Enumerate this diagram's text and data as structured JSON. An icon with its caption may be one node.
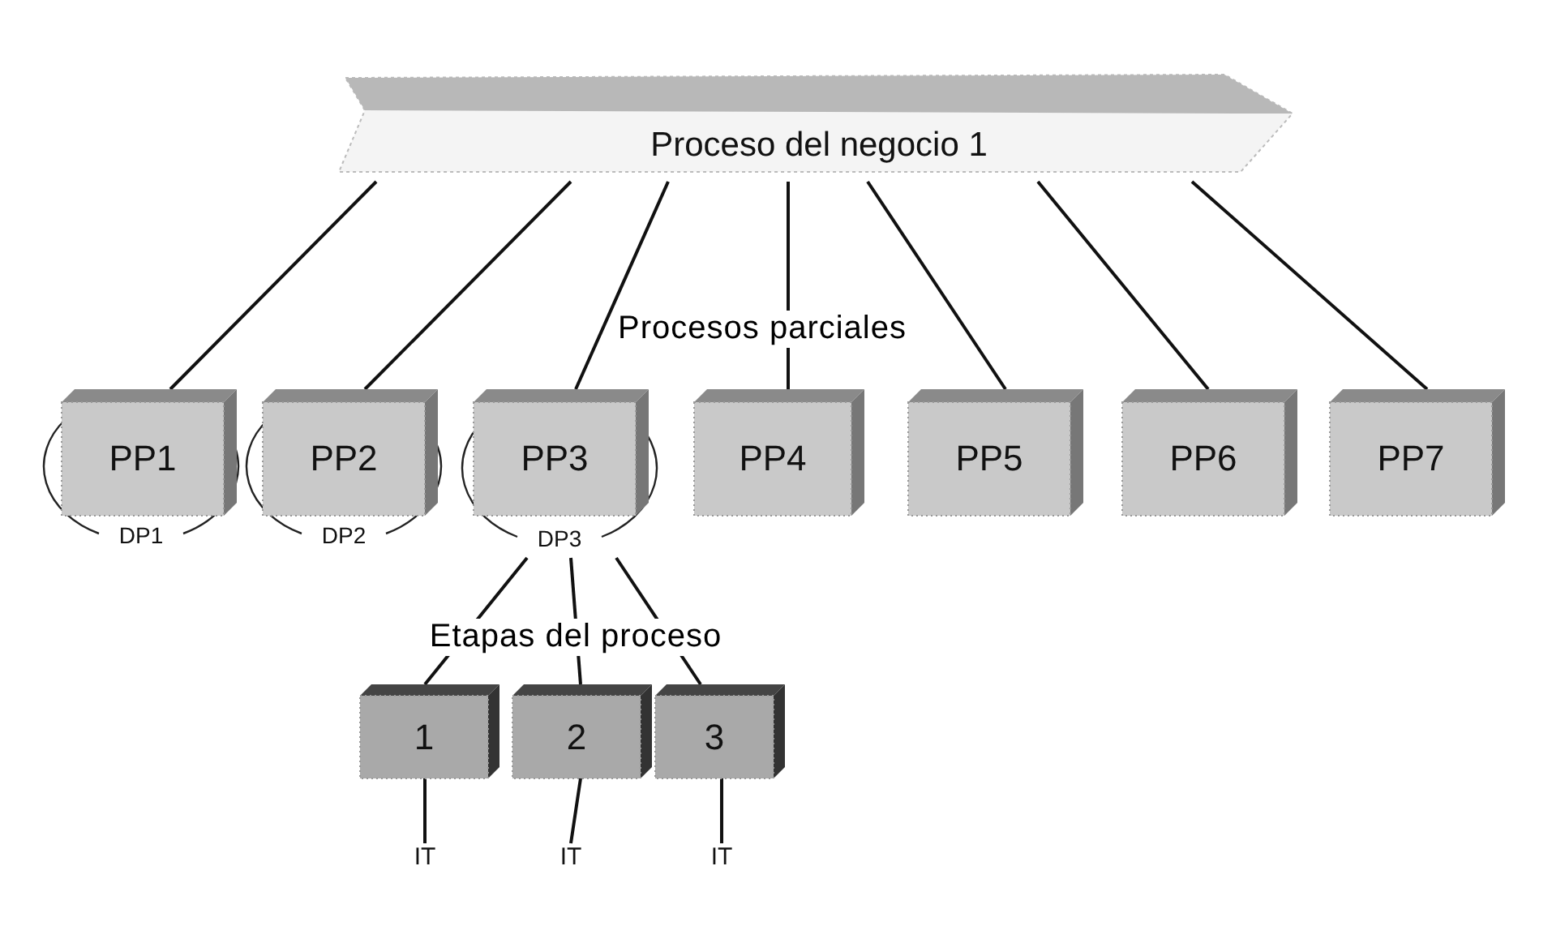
{
  "diagram": {
    "nodes": [
      {
        "text": [
          "Proceso del negocio 1"
        ]
      },
      {
        "text": [
          "DP1"
        ]
      },
      {
        "text": [
          "PP1"
        ]
      },
      {
        "text": [
          "DP2"
        ]
      },
      {
        "text": [
          "PP2"
        ]
      },
      {
        "text": [
          "DP3"
        ]
      },
      {
        "text": [
          "PP3"
        ]
      },
      {
        "text": [
          "PP4"
        ]
      },
      {
        "text": [
          "PP5"
        ]
      },
      {
        "text": [
          "PP6"
        ]
      },
      {
        "text": [
          "PP7"
        ]
      },
      {
        "text": [
          "1"
        ]
      },
      {
        "text": [
          "2"
        ]
      },
      {
        "text": [
          "3"
        ]
      },
      {
        "text": [
          "IT"
        ]
      },
      {
        "text": [
          "IT"
        ]
      },
      {
        "text": [
          "IT"
        ]
      }
    ],
    "edges": [
      {
        "from": 0,
        "to": 2,
        "arrow": "none"
      },
      {
        "from": 0,
        "to": 4,
        "arrow": "none"
      },
      {
        "from": 0,
        "to": 6,
        "arrow": "none"
      },
      {
        "from": 0,
        "to": 7,
        "arrow": "none"
      },
      {
        "from": 0,
        "to": 8,
        "arrow": "none"
      },
      {
        "from": 0,
        "to": 9,
        "arrow": "none"
      },
      {
        "from": 0,
        "to": 10,
        "arrow": "none"
      },
      {
        "from": 5,
        "to": 11,
        "arrow": "none"
      },
      {
        "from": 5,
        "to": 12,
        "arrow": "none"
      },
      {
        "from": 5,
        "to": 13,
        "arrow": "none"
      },
      {
        "from": 11,
        "to": 14,
        "arrow": "none"
      },
      {
        "from": 12,
        "to": 15,
        "arrow": "none"
      },
      {
        "from": 13,
        "to": 16,
        "arrow": "none"
      }
    ],
    "labels": [
      "Procesos parciales",
      "Etapas del proceso"
    ]
  }
}
